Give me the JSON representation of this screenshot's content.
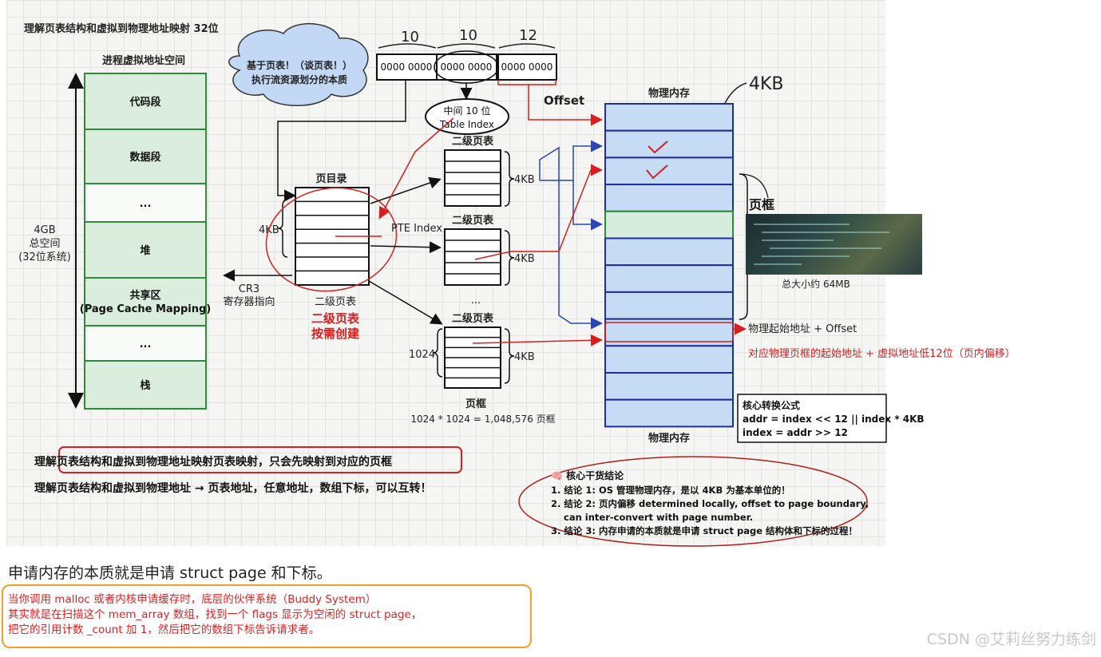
{
  "title": "理解页表结构和虚拟到物理地址映射 32位",
  "virtual_space": {
    "title": "进程虚拟地址空间",
    "segments": [
      "代码段",
      "数据段",
      "...",
      "堆",
      "共享区\n(Page Cache Mapping)",
      "...",
      "栈"
    ],
    "size_label": "4GB\n总空间\n(32位系统)"
  },
  "cloud": {
    "text": "基于页表！（谈页表！）\n执行流资源划分的本质"
  },
  "address": {
    "bits": [
      "10",
      "10",
      "12"
    ],
    "cells": [
      "0000 0000",
      "0000 0000",
      "0000 0000"
    ],
    "offset_label": "Offset"
  },
  "table_index": {
    "line1": "中间 10 位",
    "line2": "Table Index"
  },
  "page_directory": {
    "title": "页目录",
    "size": "4KB",
    "caption": "二级页表",
    "cr3": "CR3\n寄存器指向",
    "note": "二级页表\n按需创建"
  },
  "second_level": {
    "title": "二级页表",
    "size": "4KB",
    "pte_label": "PTE Index",
    "dots": "...",
    "count": "1024",
    "frame_label": "页框",
    "formula": "1024 * 1024 = 1,048,576 页框"
  },
  "physical": {
    "title": "物理内存",
    "size": "4KB",
    "page_frame": "页框",
    "thumb_caption": "总大小约 64MB",
    "base_offset": "物理起始地址 + Offset",
    "explain": "对应物理页框的起始地址 + 虚拟地址低12位（页内偏移）",
    "bottom": "物理内存"
  },
  "formula_box": {
    "title": "核心转换公式",
    "line1": "addr = index << 12 || index * 4KB",
    "line2": "index = addr >> 12"
  },
  "bottom_lines": [
    "理解页表结构和虚拟到物理地址映射页表映射，只会先映射到对应的页框",
    "理解页表结构和虚拟到物理地址 → 页表地址，任意地址，数组下标，可以互转！"
  ],
  "conclusions": {
    "title": "🧠 核心干货结论",
    "items": [
      "1. 结论 1: OS 管理物理内存，是以 4KB 为基本单位的！",
      "2. 结论 2: 页内偏移 determined locally, offset to page boundary,",
      "    can inter-convert with page number.",
      "3. 结论 3: 内存申请的本质就是申请 struct page 结构体和下标的过程！"
    ]
  },
  "caption": "申请内存的本质就是申请 struct page 和下标。",
  "note_lines": [
    "当你调用 malloc 或者内核申请缓存时，底层的伙伴系统（Buddy System）",
    "其实就是在扫描这个 mem_array 数组，找到一个 flags 显示为空闲的 struct page，",
    "把它的引用计数 _count 加 1，然后把它的数组下标告诉请求者。"
  ],
  "watermark": "CSDN @艾莉丝努力练剑",
  "colors": {
    "green": "#2e8b3a",
    "seg_fill": "#dbeedd",
    "phys_fill": "#c6dcf5",
    "phys_border": "#1f2f9a",
    "red": "#d42020",
    "blue": "#2a46b0"
  }
}
